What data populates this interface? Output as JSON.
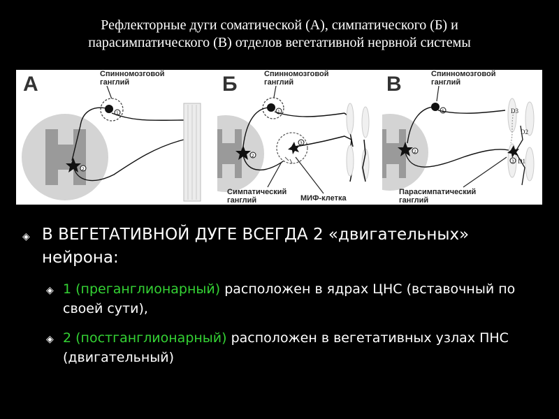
{
  "title": {
    "line1": "Рефлекторные дуги соматической (А), симпатического (Б) и",
    "line2": "парасимпатического (В) отделов вегетативной нервной системы"
  },
  "diagram": {
    "panels": [
      {
        "letter": "А",
        "ganglion_label_1": "Спинномозговой",
        "ganglion_label_2": "ганглий"
      },
      {
        "letter": "Б",
        "ganglion_label_1": "Спинномозговой",
        "ganglion_label_2": "ганглий",
        "bottom_label_1": "Симпатический",
        "bottom_label_2": "ганглий",
        "mif_label": "МИФ-клетка"
      },
      {
        "letter": "В",
        "ganglion_label_1": "Спинномозговой",
        "ganglion_label_2": "ганглий",
        "bottom_label_1": "Парасимпатический",
        "bottom_label_2": "ганглий",
        "d_labels": [
          "D3",
          "D2",
          "D1"
        ]
      }
    ],
    "markers": [
      "1",
      "2",
      "3"
    ]
  },
  "bullets": {
    "main": "В ВЕГЕТАТИВНОЙ ДУГЕ ВСЕГДА 2 «двигательных» нейрона:",
    "items": [
      {
        "highlight": "1 (преганглионарный)",
        "rest": " расположен в ядрах ЦНС (вставочный по своей сути),",
        "highlight_color": "#34d234"
      },
      {
        "highlight": "2 (постганглионарный)",
        "rest": " расположен в вегетативных узлах ПНС (двигательный)",
        "highlight_color": "#34d234"
      }
    ]
  }
}
